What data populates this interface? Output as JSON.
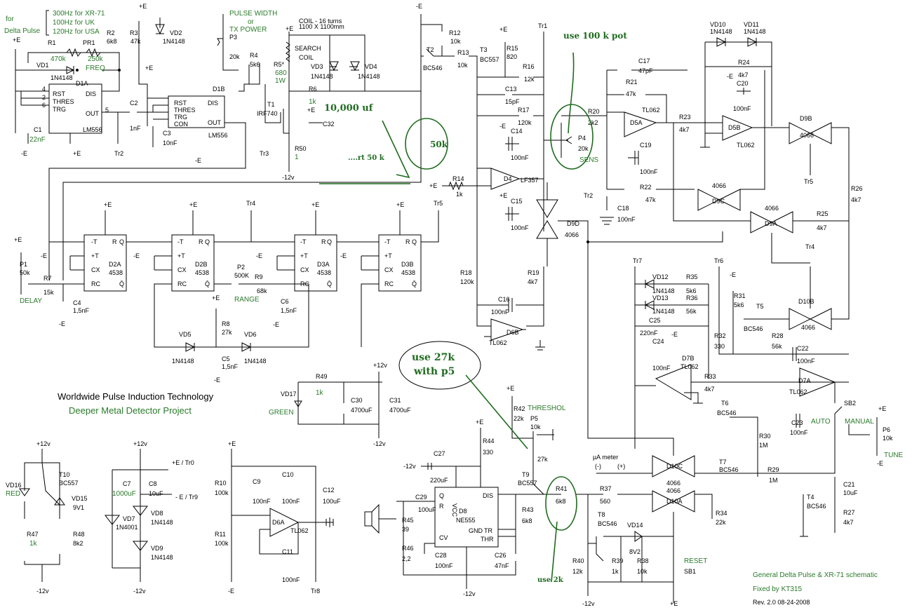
{
  "notes": {
    "freq_lines": [
      "300Hz for XR-71",
      "100Hz for UK",
      "120Hz for USA"
    ],
    "for_label": "for",
    "delta_pulse": "Delta Pulse",
    "pulse_width": "PULSE WIDTH",
    "or": "or",
    "tx_power": "TX POWER",
    "coil_line1": "COIL - 16 turns",
    "coil_line2": "1100 X 1100mm",
    "search": "SEARCH",
    "coil": "COIL",
    "delay": "DELAY",
    "range": "RANGE",
    "sens": "SENS",
    "threshold": "THRESHOL",
    "auto": "AUTO",
    "manual": "MANUAL",
    "tune": "TUNE",
    "ua_meter": "µA meter",
    "reset": "RESET",
    "green": "GREEN",
    "red": "RED",
    "freq": "FREQ"
  },
  "titles": {
    "main": "Worldwide Pulse Induction Technology",
    "sub": "Deeper Metal Detector Project",
    "schematic": "General Delta Pulse & XR-71 schematic",
    "fixed": "Fixed by KT315",
    "rev": "Rev. 2.0  08-24-2008"
  },
  "handwritten": {
    "pot100k": "use 100 k pot",
    "pot50k": "50k",
    "insert": "....rt 50 k",
    "cap": "10,000  uf",
    "use27k_1": "use 27k",
    "use27k_2": "with p5",
    "use2k": "use 2k"
  },
  "components": {
    "r1": "R1",
    "r1v": "470k",
    "pr1": "PR1",
    "pr1v": "250k",
    "r2": "R2",
    "r2v": "6k8",
    "r3": "R3",
    "r3v": "47k",
    "vd1": "VD1",
    "vd1v": "1N4148",
    "vd2": "VD2",
    "vd2v": "1N4148",
    "d1a": "D1A",
    "d1b": "D1B",
    "lm556": "LM556",
    "c1": "C1",
    "c1v": "22nF",
    "c2": "C2",
    "c2v": "1nF",
    "c3": "C3",
    "c3v": "10nF",
    "p3": "P3",
    "p3v": "20k",
    "r4": "R4",
    "r4v": "5k6",
    "r5": "R5*",
    "r5v": "680",
    "r5w": "1W",
    "r6": "R6",
    "r6v": "1k",
    "vd3": "VD3",
    "vd3v": "1N4148",
    "vd4": "VD4",
    "vd4v": "1N4148",
    "t1": "T1",
    "t1v": "IRF740",
    "c32": "C32",
    "r50": "R50",
    "r50v": "1",
    "r12": "R12",
    "r12v": "10k",
    "r13": "R13",
    "r13v": "10k",
    "t2": "T2",
    "t2v": "BC546",
    "t3": "T3",
    "t3v": "BC557",
    "r15": "R15",
    "r15v": "820",
    "r16": "R16",
    "r16v": "12k",
    "c13": "C13",
    "c13v": "15pF",
    "r17": "R17",
    "r17v": "120k",
    "c14": "C14",
    "c14v": "100nF",
    "d4": "D4",
    "d4v": "LF357",
    "r14": "R14",
    "r14v": "1k",
    "c15": "C15",
    "c15v": "100nF",
    "p4": "P4",
    "p4v": "20k",
    "r20": "R20",
    "r20v": "2k2",
    "c17": "C17",
    "c17v": "47pF",
    "r21": "R21",
    "r21v": "47k",
    "d5a": "D5A",
    "tl062": "TL062",
    "c19": "C19",
    "c19v": "100nF",
    "r22": "R22",
    "r22v": "47k",
    "c18": "C18",
    "c18v": "100nF",
    "r23": "R23",
    "r23v": "4k7",
    "d5b": "D5B",
    "c20": "C20",
    "c20v": "100nF",
    "r24": "R24",
    "r24v": "4k7",
    "vd10": "VD10",
    "vd10v": "1N4148",
    "vd11": "VD11",
    "vd11v": "1N4148",
    "d9b": "D9B",
    "d9c": "D9C",
    "d9a": "D9A",
    "d9d": "D9D",
    "cd4066": "4066",
    "r26": "R26",
    "r26v": "4k7",
    "r25": "R25",
    "r25v": "4k7",
    "d2a": "D2A",
    "d2b": "D2B",
    "d3a": "D3A",
    "d3b": "D3B",
    "cd4538": "4538",
    "p1": "P1",
    "p1v": "50k",
    "r7": "R7",
    "r7v": "15k",
    "c4": "C4",
    "c4v": "1,5nF",
    "p2": "P2",
    "p2v": "500K",
    "r9": "R9",
    "r9v": "68k",
    "c6": "C6",
    "c6v": "1,5nF",
    "r8": "R8",
    "r8v": "27k",
    "c5": "C5",
    "c5v": "1,5nF",
    "vd5": "VD5",
    "vd6": "VD6",
    "vd5v": "1N4148",
    "vd6v": "1N4148",
    "r18": "R18",
    "r18v": "120k",
    "r19": "R19",
    "r19v": "4k7",
    "c16": "C16",
    "c16v": "100nF",
    "d6b": "D6B",
    "vd12": "VD12",
    "vd12v": "1N4148",
    "vd13": "VD13",
    "vd13v": "1N4148",
    "r35": "R35",
    "r35v": "5k6",
    "r36": "R36",
    "r36v": "56k",
    "c25": "C25",
    "c25v": "220nF",
    "c24": "C24",
    "c24v": "100nF",
    "d7b": "D7B",
    "d7a": "D7A",
    "r31": "R31",
    "r31v": "5k6",
    "t5": "T5",
    "t5v": "BC546",
    "r32": "R32",
    "r32v": "330",
    "r28": "R28",
    "r28v": "56k",
    "c22": "C22",
    "c22v": "100nF",
    "r33": "R33",
    "r33v": "4k7",
    "d10b": "D10B",
    "d10c": "D10C",
    "d10a": "D10A",
    "vd17": "VD17",
    "r49": "R49",
    "r49v": "1k",
    "c30": "C30",
    "c30v": "4700uF",
    "c31": "C31",
    "c31v": "4700uF",
    "r42": "R42",
    "r42v": "22k",
    "p5": "P5",
    "p5v": "10k",
    "r44": "R44",
    "r44v": "330",
    "c27": "C27",
    "c27v": "220uF",
    "c29": "C29",
    "c29v": "100uF",
    "d8": "D8",
    "d8v": "NE555",
    "r45": "R45",
    "r45v": "39",
    "r46": "R46",
    "r46v": "2,2",
    "c28": "C28",
    "c28v": "100nF",
    "c26": "C26",
    "c26v": "47nF",
    "r43": "R43",
    "r43v": "6k8",
    "t9": "T9",
    "t9v": "BC557",
    "r41": "R41",
    "r41v": "6k8",
    "r37": "R37",
    "r37v": "560",
    "t8": "T8",
    "t8v": "BC546",
    "vd14": "VD14",
    "vd14v": "8V2",
    "r40": "R40",
    "r40v": "12k",
    "r39": "R39",
    "r39v": "1k",
    "r38": "R38",
    "r38v": "10k",
    "sb1": "SB1",
    "t6": "T6",
    "t6v": "BC546",
    "r30": "R30",
    "r30v": "1M",
    "t7": "T7",
    "t7v": "BC546",
    "r29": "R29",
    "r29v": "1M",
    "r34": "R34",
    "r34v": "22k",
    "c21": "C21",
    "c21v": "10uF",
    "t4": "T4",
    "t4v": "BC546",
    "r27": "R27",
    "r27v": "4k7",
    "c23": "C23",
    "c23v": "100nF",
    "sb2": "SB2",
    "p6": "P6",
    "p6v": "10k",
    "vd16": "VD16",
    "t10": "T10",
    "t10v": "BC557",
    "vd15": "VD15",
    "vd15v": "9V1",
    "r47": "R47",
    "r47v": "1k",
    "r48": "R48",
    "r48v": "8k2",
    "c7": "C7",
    "c7v": "1000uF",
    "c8": "C8",
    "c8v": "10uF",
    "vd7": "VD7",
    "vd7v": "1N4001",
    "vd8": "VD8",
    "vd8v": "1N4148",
    "vd9": "VD9",
    "vd9v": "1N4148",
    "r10": "R10",
    "r10v": "100k",
    "r11": "R11",
    "r11v": "100k",
    "c9": "C9",
    "c9v": "100nF",
    "c10": "C10",
    "c10v": "100nF",
    "c11": "C11",
    "c11v": "100nF",
    "c12": "C12",
    "c12v": "100uF",
    "d6a": "D6A",
    "ne555": "NE555",
    "vcc": "VCC",
    "gnd": "GND"
  },
  "rails": {
    "pe": "+E",
    "me": "-E",
    "p12": "+12v",
    "m12": "-12v",
    "tr1": "Tr1",
    "tr2": "Tr2",
    "tr3": "Tr3",
    "tr4": "Tr4",
    "tr5": "Tr5",
    "tr6": "Tr6",
    "tr7": "Tr7",
    "tr8": "Tr8",
    "tr0": "+E / Tr0",
    "tr9": "- E / Tr9"
  }
}
